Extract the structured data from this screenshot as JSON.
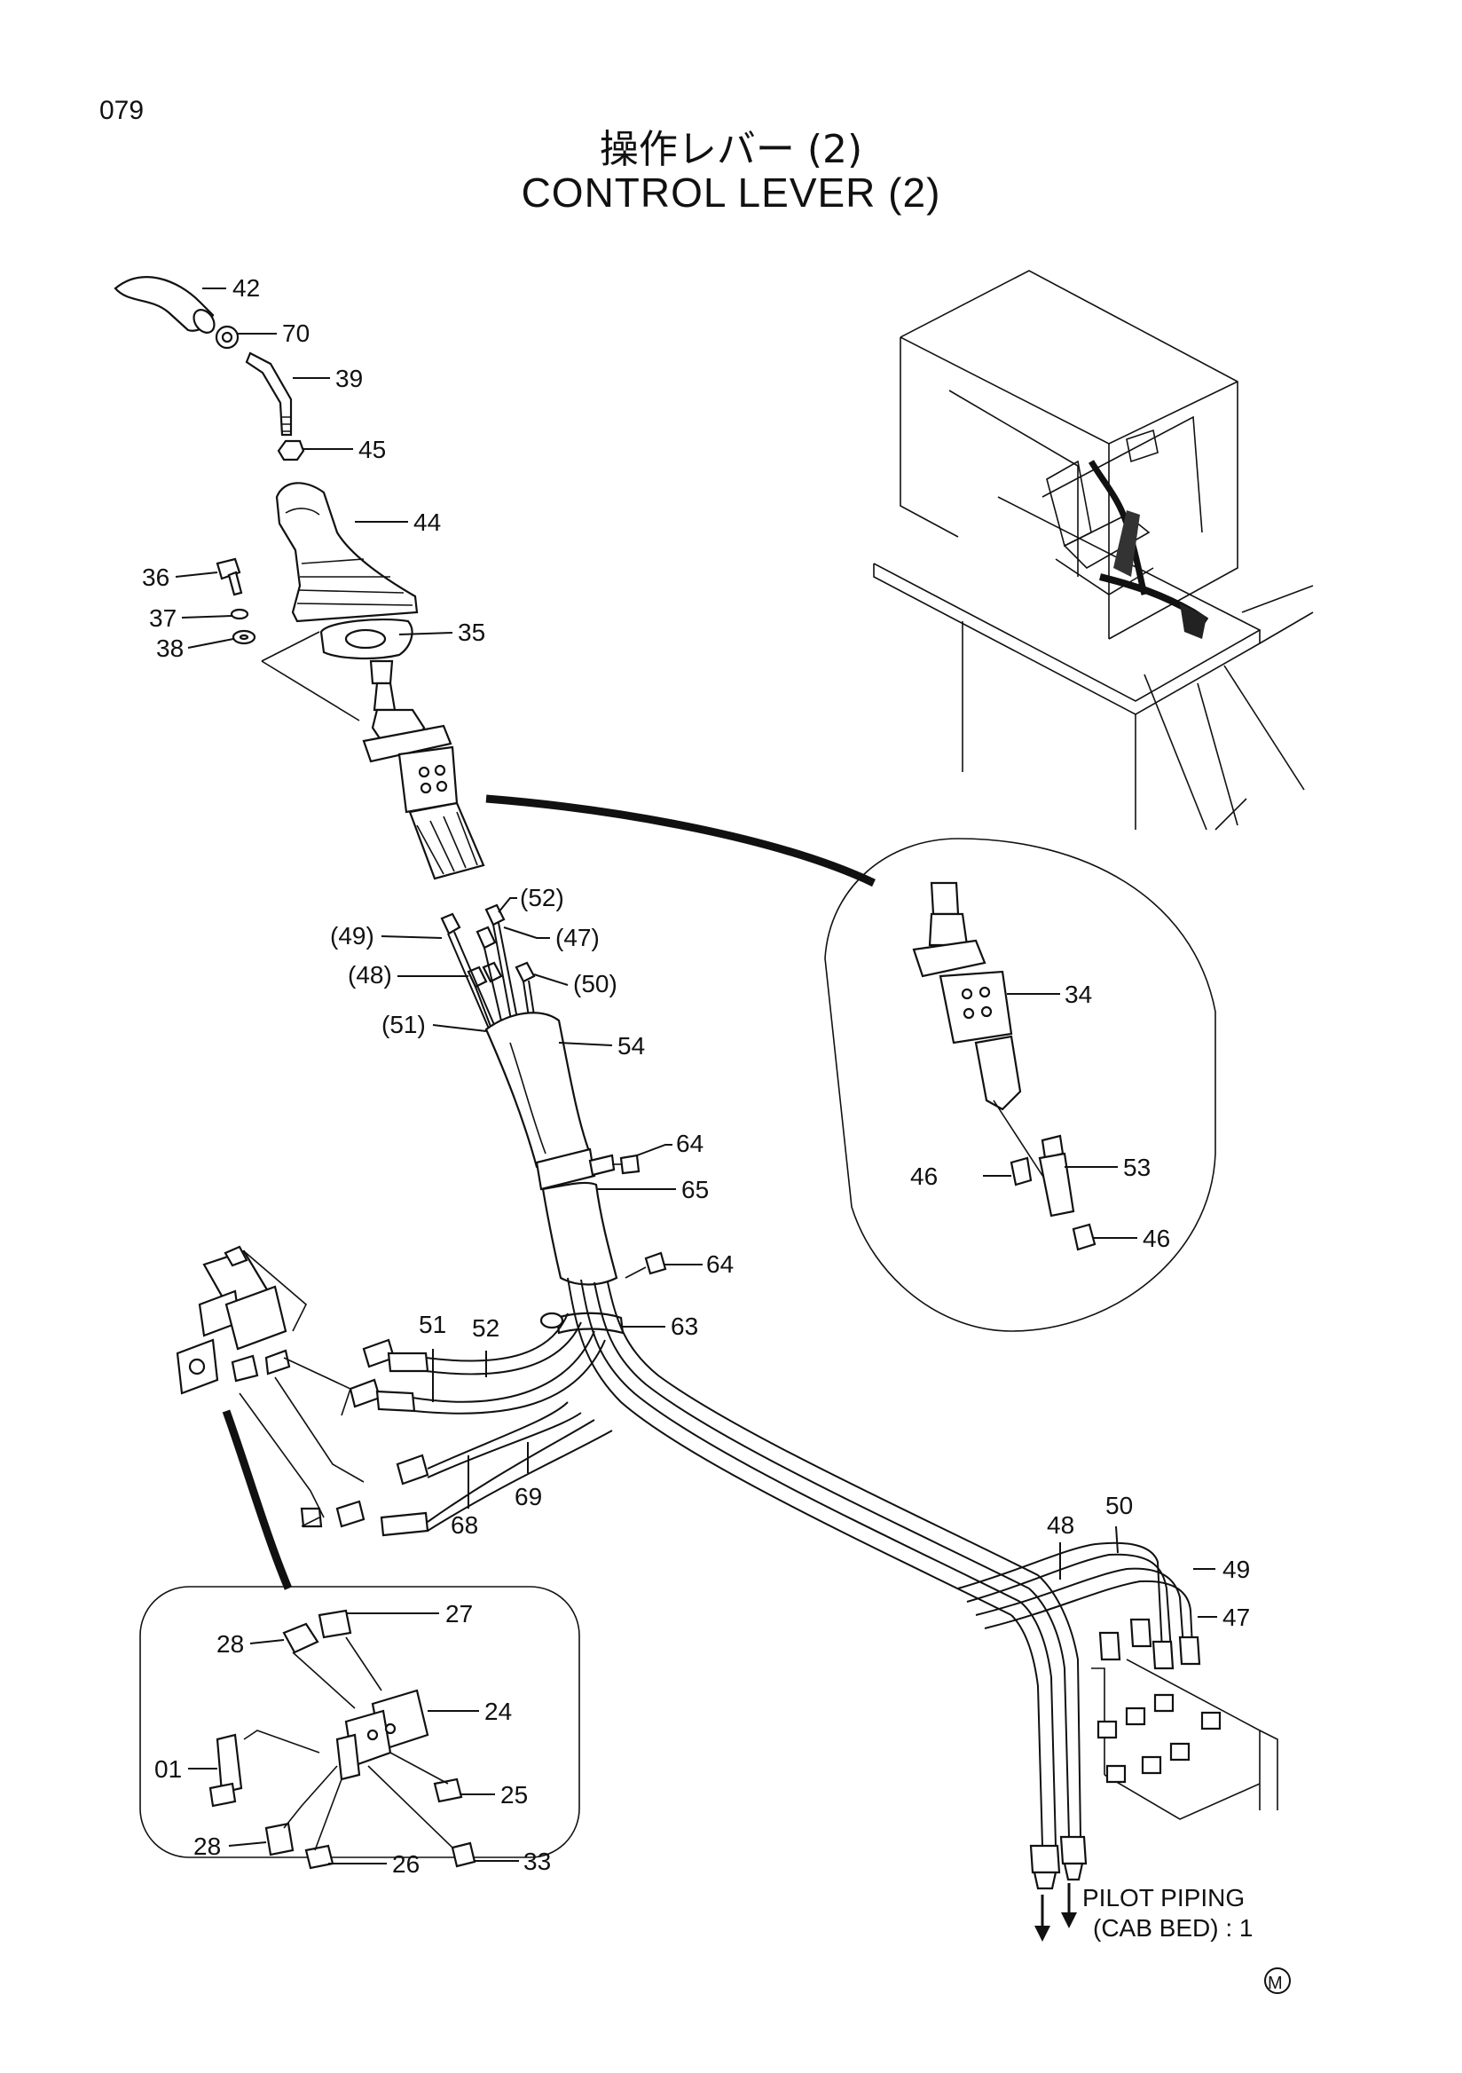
{
  "header": {
    "page_number": "079",
    "title_jp": "操作レバー (2)",
    "title_en": "CONTROL LEVER (2)"
  },
  "callouts": {
    "c42": "42",
    "c70": "70",
    "c39": "39",
    "c45": "45",
    "c44": "44",
    "c36": "36",
    "c37": "37",
    "c38": "38",
    "c35": "35",
    "c52p": "(52)",
    "c49p": "(49)",
    "c47p": "(47)",
    "c48p": "(48)",
    "c50p": "(50)",
    "c51p": "(51)",
    "c54": "54",
    "c64a": "64",
    "c65": "65",
    "c64b": "64",
    "c63": "63",
    "c51": "51",
    "c52": "52",
    "c68": "68",
    "c69": "69",
    "c48": "48",
    "c50": "50",
    "c49": "49",
    "c47": "47",
    "c34": "34",
    "c46a": "46",
    "c53": "53",
    "c46b": "46",
    "c27": "27",
    "c28a": "28",
    "c24": "24",
    "c01": "01",
    "c25": "25",
    "c28b": "28",
    "c26": "26",
    "c33": "33"
  },
  "notes": {
    "pilot_line1": "PILOT PIPING",
    "pilot_line2": "(CAB BED) : 1",
    "mark": "M"
  }
}
